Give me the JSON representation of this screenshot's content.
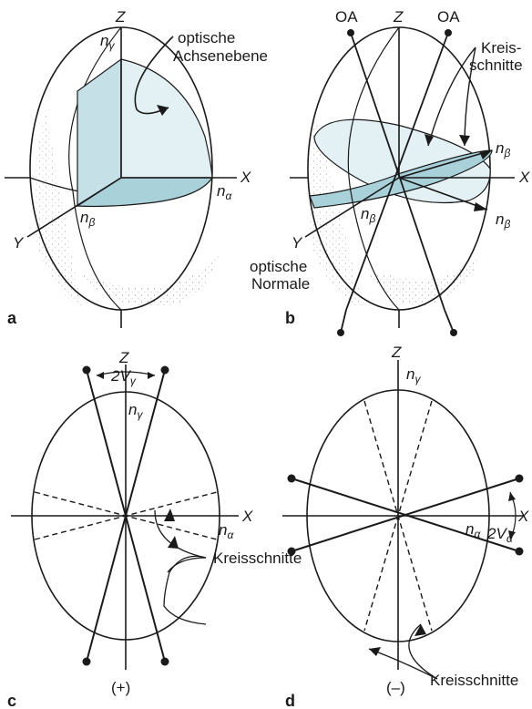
{
  "panels": {
    "a": {
      "letter": "a",
      "axis_z": "Z",
      "axis_x": "X",
      "axis_y": "Y",
      "n_gamma": "n",
      "sub_gamma": "γ",
      "n_alpha": "n",
      "sub_alpha": "α",
      "n_beta": "n",
      "sub_beta": "β",
      "plane_label_line1": "optische",
      "plane_label_line2": "Achsenebene"
    },
    "b": {
      "letter": "b",
      "axis_z": "Z",
      "axis_x": "X",
      "axis_y": "Y",
      "oa_left": "OA",
      "oa_right": "OA",
      "circ_line1": "Kreis-",
      "circ_line2": "schnitte",
      "n_beta": "n",
      "sub_beta": "β",
      "normal_line1": "optische",
      "normal_line2": "Normale"
    },
    "c": {
      "letter": "c",
      "axis_z": "Z",
      "axis_x": "X",
      "angle_2": "2",
      "angle_V": "V",
      "angle_sub": "γ",
      "n_gamma": "n",
      "sub_gamma": "γ",
      "n_alpha": "n",
      "sub_alpha": "α",
      "circ_label": "Kreisschnitte",
      "sign": "(+)"
    },
    "d": {
      "letter": "d",
      "axis_z": "Z",
      "axis_x": "X",
      "angle_2": "2",
      "angle_V": "V",
      "angle_sub": "α",
      "n_gamma": "n",
      "sub_gamma": "γ",
      "n_alpha": "n",
      "sub_alpha": "α",
      "circ_label": "Kreisschnitte",
      "sign": "(–)"
    }
  },
  "colors": {
    "fill_light": "#e3f1f4",
    "fill_mid": "#c5e1e7",
    "ink": "#1a1a1a"
  }
}
